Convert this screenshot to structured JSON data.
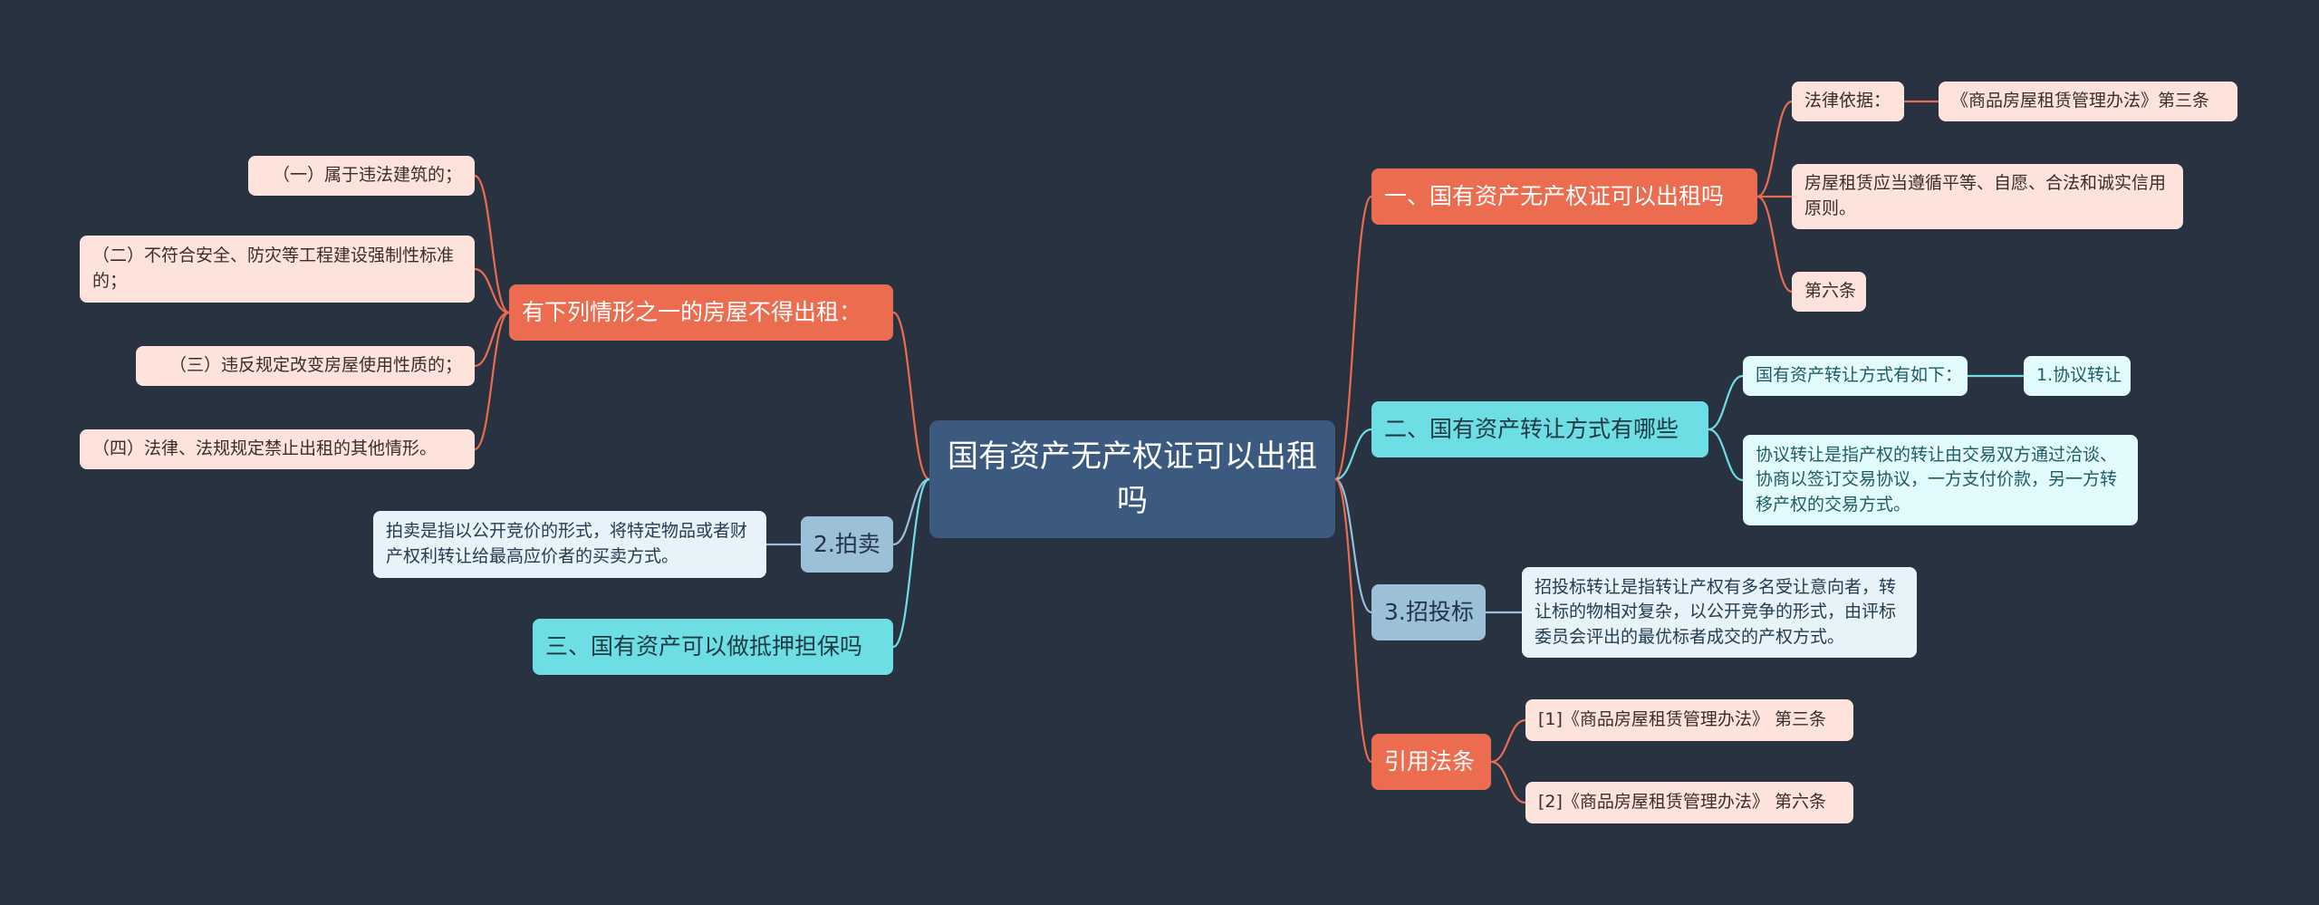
{
  "root": {
    "label": "国有资产无产权证可以出租吗"
  },
  "right": {
    "b1": {
      "label": "一、国有资产无产权证可以出租吗",
      "legal_basis": "法律依据：",
      "legal_basis_value": "《商品房屋租赁管理办法》第三条",
      "principle": "房屋租赁应当遵循平等、自愿、合法和诚实信用原则。",
      "article6": "第六条"
    },
    "b2": {
      "label": "二、国有资产转让方式有哪些",
      "methods_intro": "国有资产转让方式有如下：",
      "method1": "1.协议转让",
      "method1_desc": "协议转让是指产权的转让由交易双方通过洽谈、协商以签订交易协议，一方支付价款，另一方转移产权的交易方式。"
    },
    "b3": {
      "label": "3.招投标",
      "desc": "招投标转让是指转让产权有多名受让意向者，转让标的物相对复杂，以公开竞争的形式，由评标委员会评出的最优标者成交的产权方式。"
    },
    "b4": {
      "label": "引用法条",
      "ref1": "[1]《商品房屋租赁管理办法》 第三条",
      "ref2": "[2]《商品房屋租赁管理办法》 第六条"
    }
  },
  "left": {
    "b1": {
      "label": "有下列情形之一的房屋不得出租：",
      "items": [
        "（一）属于违法建筑的；",
        "（二）不符合安全、防灾等工程建设强制性标准的；",
        "（三）违反规定改变房屋使用性质的；",
        "（四）法律、法规规定禁止出租的其他情形。"
      ]
    },
    "b2": {
      "label": "2.拍卖",
      "desc": "拍卖是指以公开竞价的形式，将特定物品或者财产权利转让给最高应价者的买卖方式。"
    },
    "b3": {
      "label": "三、国有资产可以做抵押担保吗"
    }
  },
  "colors": {
    "background": "#293241",
    "root": "#3c5a80",
    "orange": "#ec6c4f",
    "cyan": "#6ddfe4",
    "steel": "#9cc0d8",
    "peach": "#fde3dc",
    "light_cyan": "#e2fbfc"
  }
}
